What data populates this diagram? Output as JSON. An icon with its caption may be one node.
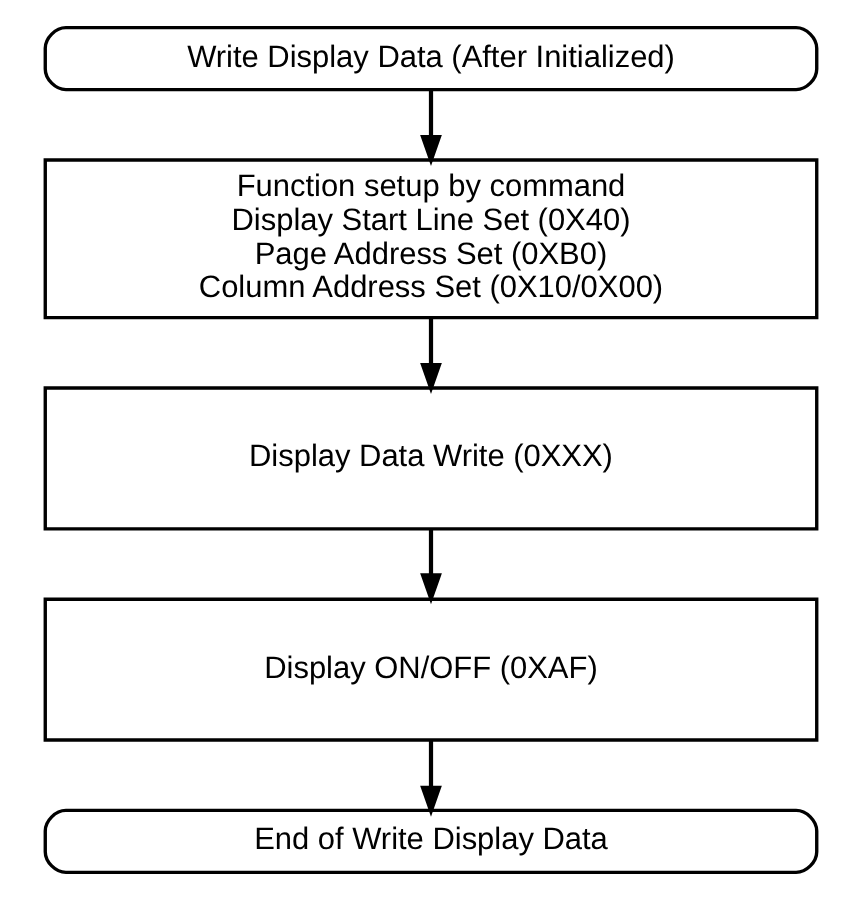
{
  "diagram": {
    "nodes": [
      {
        "text": [
          "Write Display Data (After Initialized)"
        ]
      },
      {
        "text": [
          "Function setup by command",
          "Display Start Line Set (0X40)",
          "Page Address Set (0XB0)",
          "Column Address Set (0X10/0X00)"
        ]
      },
      {
        "text": [
          "Display Data Write (0XXX)"
        ]
      },
      {
        "text": [
          "Display ON/OFF (0XAF)"
        ]
      },
      {
        "text": [
          "End of Write Display Data"
        ]
      }
    ],
    "edges": [
      {
        "from": 0,
        "to": 1,
        "arrow": "to"
      },
      {
        "from": 1,
        "to": 2,
        "arrow": "to"
      },
      {
        "from": 2,
        "to": 3,
        "arrow": "to"
      },
      {
        "from": 3,
        "to": 4,
        "arrow": "to"
      }
    ]
  }
}
